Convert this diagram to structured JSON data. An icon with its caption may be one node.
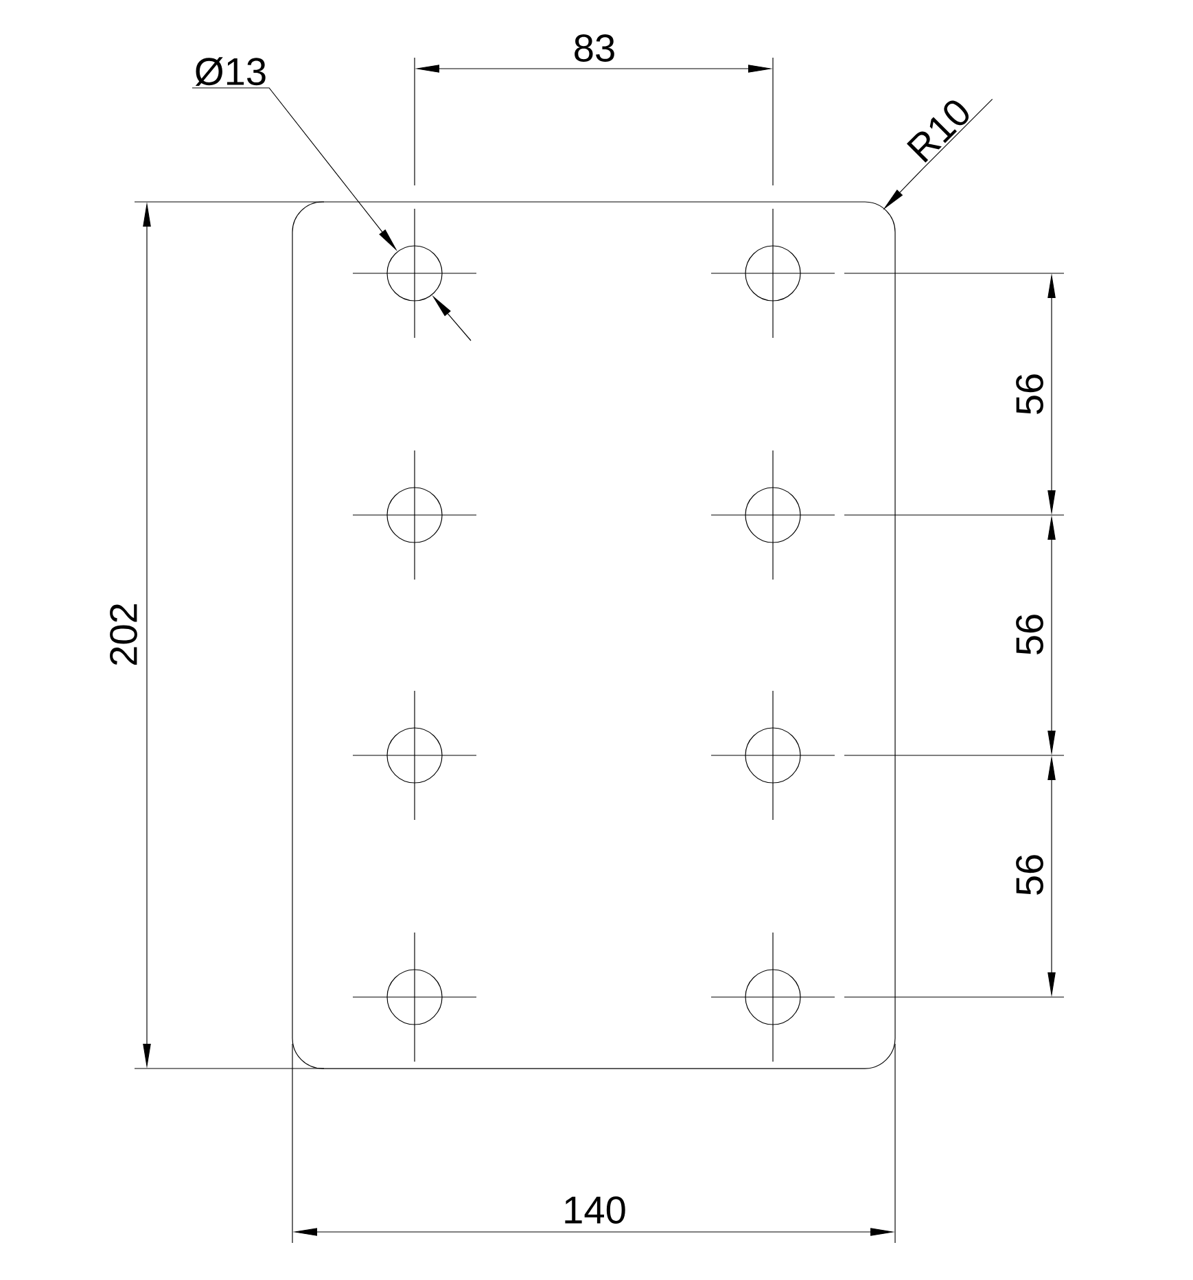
{
  "diagram": {
    "nodes": [
      {
        "text": [
          "Ø13"
        ]
      },
      {
        "text": [
          "R10"
        ]
      },
      {
        "text": [],
        "shape": "box"
      },
      {
        "text": [],
        "shape": "circle",
        "in": 2
      },
      {
        "text": [],
        "shape": "circle",
        "in": 2
      },
      {
        "text": [],
        "shape": "circle",
        "in": 2
      },
      {
        "text": [],
        "shape": "circle",
        "in": 2
      },
      {
        "text": [],
        "shape": "circle",
        "in": 2
      },
      {
        "text": [],
        "shape": "circle",
        "in": 2
      },
      {
        "text": [],
        "shape": "circle",
        "in": 2
      },
      {
        "text": [],
        "shape": "circle",
        "in": 2
      }
    ],
    "edges": [
      {
        "from": 0,
        "to": 3,
        "arrow": "to"
      },
      {
        "from": 1,
        "to": 2,
        "arrow": "to"
      }
    ],
    "labels": [
      "83",
      "202",
      "56",
      "56",
      "56",
      "140"
    ]
  }
}
